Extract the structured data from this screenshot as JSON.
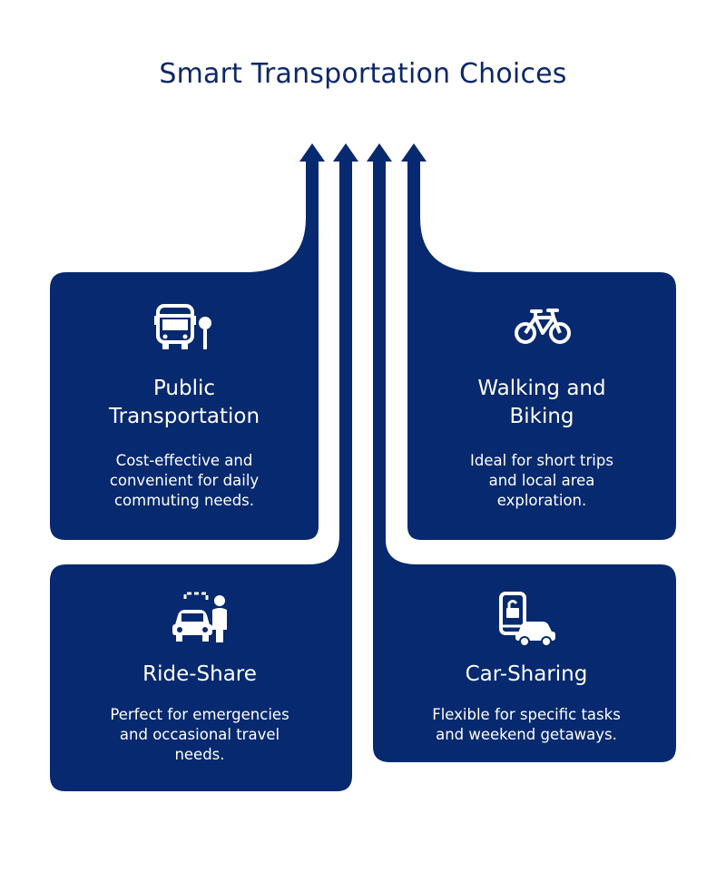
{
  "title": "Smart Transportation Choices",
  "colors": {
    "navy": "#06296f",
    "text": "#0d2769",
    "white": "#ffffff"
  },
  "cards": [
    {
      "id": "public-transportation",
      "icon": "bus-stop-icon",
      "title_lines": [
        "Public",
        "Transportation"
      ],
      "desc_lines": [
        "Cost-effective and",
        "convenient for daily",
        "commuting needs."
      ]
    },
    {
      "id": "walking-biking",
      "icon": "bicycle-icon",
      "title_lines": [
        "Walking and",
        "Biking"
      ],
      "desc_lines": [
        "Ideal for short trips",
        "and local area",
        "exploration."
      ]
    },
    {
      "id": "ride-share",
      "icon": "ride-share-icon",
      "title_lines": [
        "Ride-Share"
      ],
      "desc_lines": [
        "Perfect for emergencies",
        "and occasional travel",
        "needs."
      ]
    },
    {
      "id": "car-sharing",
      "icon": "car-sharing-icon",
      "title_lines": [
        "Car-Sharing"
      ],
      "desc_lines": [
        "Flexible for specific tasks",
        "and weekend getaways."
      ]
    }
  ]
}
